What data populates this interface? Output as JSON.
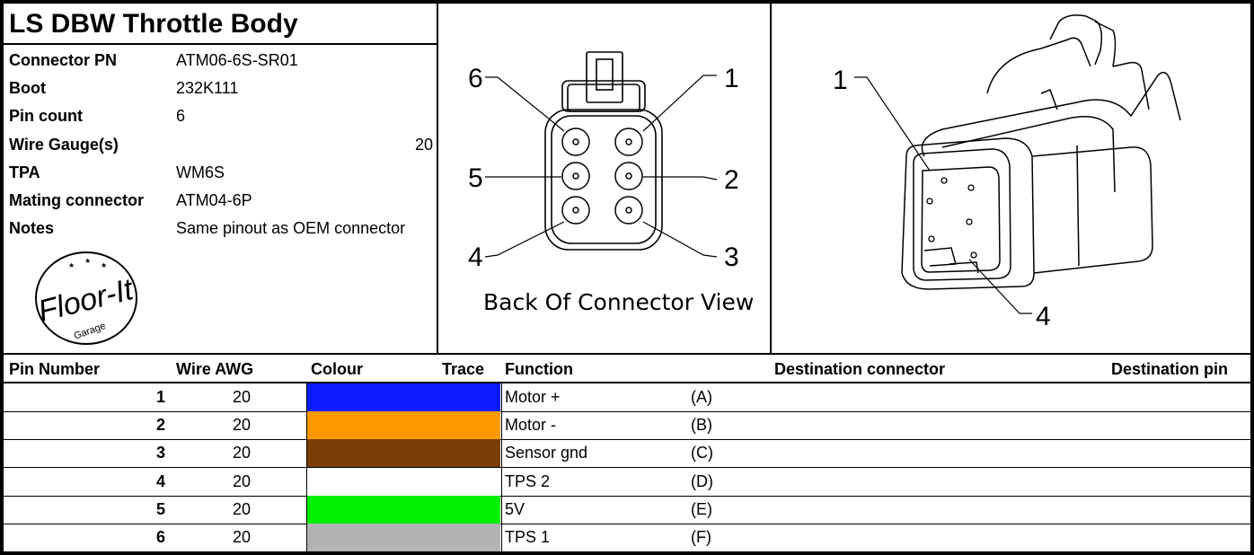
{
  "title": "LS DBW Throttle Body",
  "info": {
    "connector_pn": {
      "label": "Connector PN",
      "value": "ATM06-6S-SR01"
    },
    "boot": {
      "label": "Boot",
      "value": "232K111"
    },
    "pin_count": {
      "label": "Pin count",
      "value": "6"
    },
    "wire_gauge": {
      "label": "Wire Gauge(s)",
      "value": "20"
    },
    "tpa": {
      "label": "TPA",
      "value": "WM6S"
    },
    "mating": {
      "label": "Mating connector",
      "value": "ATM04-6P"
    },
    "notes": {
      "label": "Notes",
      "value": "Same pinout as OEM connector"
    }
  },
  "logo": {
    "name": "Floor-It",
    "sub": "Garage"
  },
  "connector_view": {
    "caption": "Back Of Connector View",
    "pin_labels": [
      "1",
      "2",
      "3",
      "4",
      "5",
      "6"
    ]
  },
  "iso_view": {
    "pin_labels": [
      "1",
      "4"
    ]
  },
  "table": {
    "headers": {
      "pin_number": "Pin Number",
      "wire_awg": "Wire AWG",
      "colour": "Colour",
      "trace": "Trace",
      "function": "Function",
      "dest_connector": "Destination connector",
      "dest_pin": "Destination pin"
    },
    "rows": [
      {
        "pin": "1",
        "awg": "20",
        "colour": "#0a1cff",
        "function": "Motor +",
        "code": "(A)"
      },
      {
        "pin": "2",
        "awg": "20",
        "colour": "#ff9900",
        "function": "Motor -",
        "code": "(B)"
      },
      {
        "pin": "3",
        "awg": "20",
        "colour": "#7a3e06",
        "function": "Sensor gnd",
        "code": "(C)"
      },
      {
        "pin": "4",
        "awg": "20",
        "colour": "#ffffff",
        "function": "TPS 2",
        "code": "(D)"
      },
      {
        "pin": "5",
        "awg": "20",
        "colour": "#00f000",
        "function": "5V",
        "code": "(E)"
      },
      {
        "pin": "6",
        "awg": "20",
        "colour": "#b3b3b3",
        "function": "TPS 1",
        "code": "(F)"
      }
    ]
  }
}
